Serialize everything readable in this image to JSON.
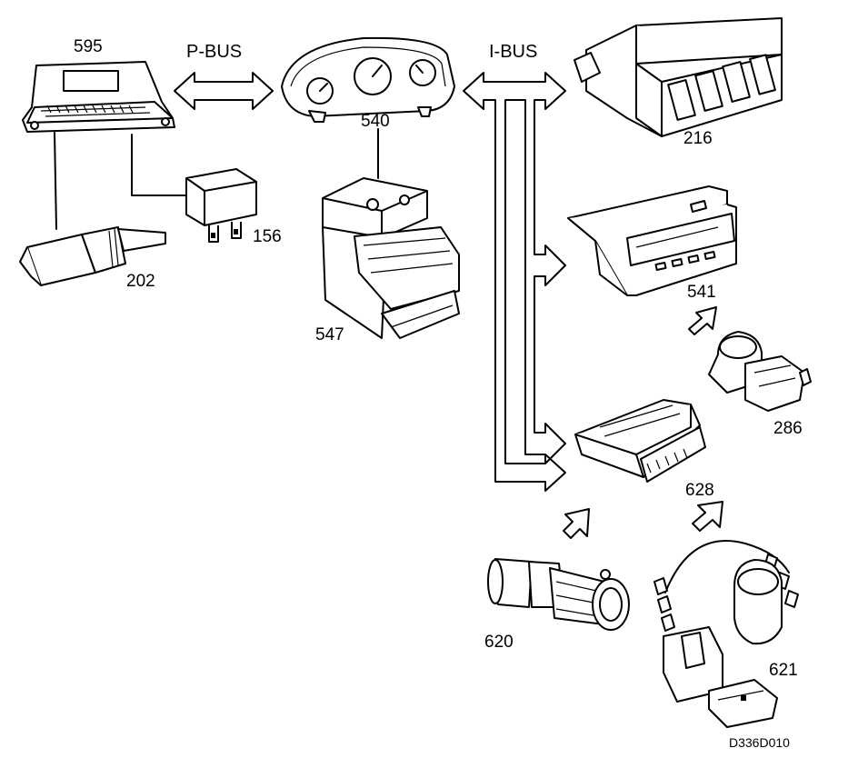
{
  "buses": {
    "p_bus": "P-BUS",
    "i_bus": "I-BUS"
  },
  "components": {
    "c595": "595",
    "c540": "540",
    "c216": "216",
    "c156": "156",
    "c202": "202",
    "c547": "547",
    "c541": "541",
    "c286": "286",
    "c628": "628",
    "c620": "620",
    "c621": "621"
  },
  "reference": "D336D010"
}
